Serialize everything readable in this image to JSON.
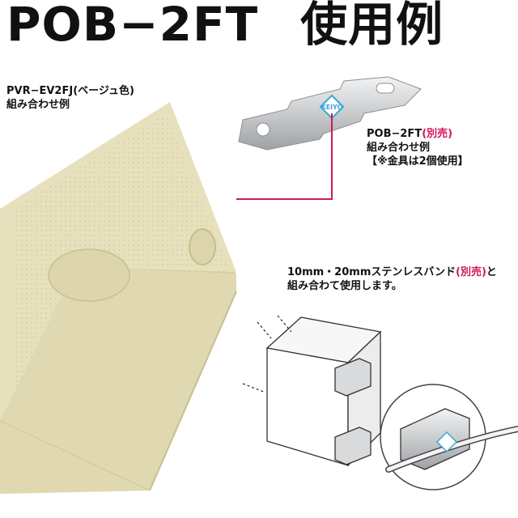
{
  "header": {
    "model": "POB−2FT",
    "heading": "使用例"
  },
  "caption_box": {
    "line1": "PVR−EV2FJ(ベージュ色)",
    "line2": "組み合わせ例"
  },
  "caption_bracket": {
    "line1_prefix": "POB−2FT",
    "line1_note": "(別売)",
    "line2": "組み合わせ例",
    "line3": "【※金具は2個使用】"
  },
  "caption_band": {
    "line1_prefix": "10mm・20mmステンレスバンド",
    "line1_note": "(別売)",
    "line1_suffix": "と",
    "line2": "組み合わて使用します。"
  },
  "logo": {
    "text": "KEIYO"
  },
  "colors": {
    "leader_line": "#d1175e",
    "box_body": "#e7e0bd",
    "box_top": "#ece6c8",
    "metal": "#cfd1d3",
    "logo_blue": "#36a7d6"
  }
}
